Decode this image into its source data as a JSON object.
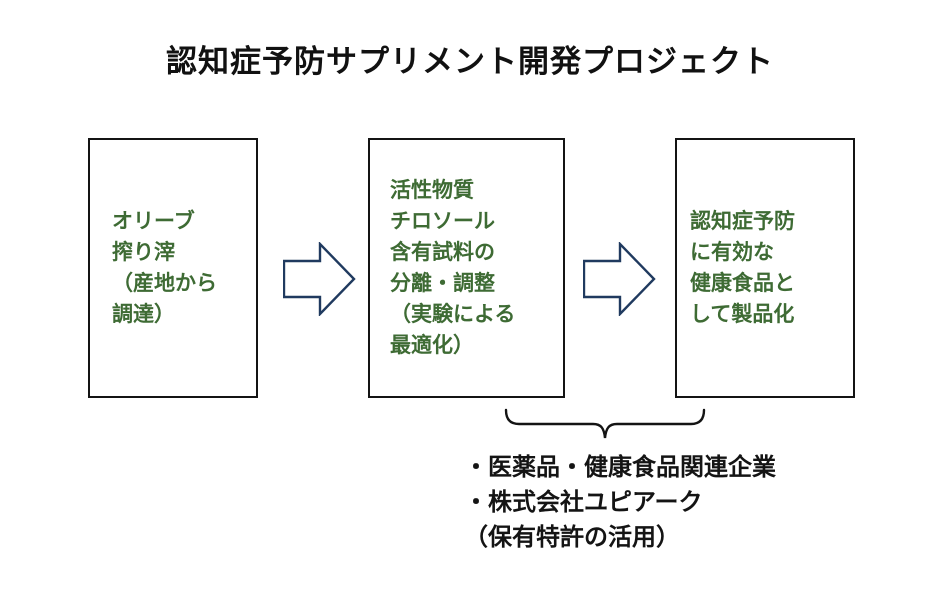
{
  "title": "認知症予防サプリメント開発プロジェクト",
  "boxes": [
    {
      "id": "olive-pomace",
      "label": "オリーブ\n搾り滓\n（産地から\n調達）"
    },
    {
      "id": "tyrosol-separation",
      "label": "活性物質\nチロソール\n含有試料の\n分離・調整\n（実験による\n最適化）"
    },
    {
      "id": "productization",
      "label": "認知症予防\nに有効な\n健康食品と\nして製品化"
    }
  ],
  "note": "・医薬品・健康食品関連企業\n・株式会社ユピアーク\n（保有特許の活用）",
  "icons": {
    "flow_arrow": "right-block-arrow",
    "brace": "under-brace"
  },
  "colors": {
    "box_text": "#3E6B34",
    "arrow_outline": "#203A5F",
    "line": "#141414",
    "background": "#FFFFFF"
  }
}
